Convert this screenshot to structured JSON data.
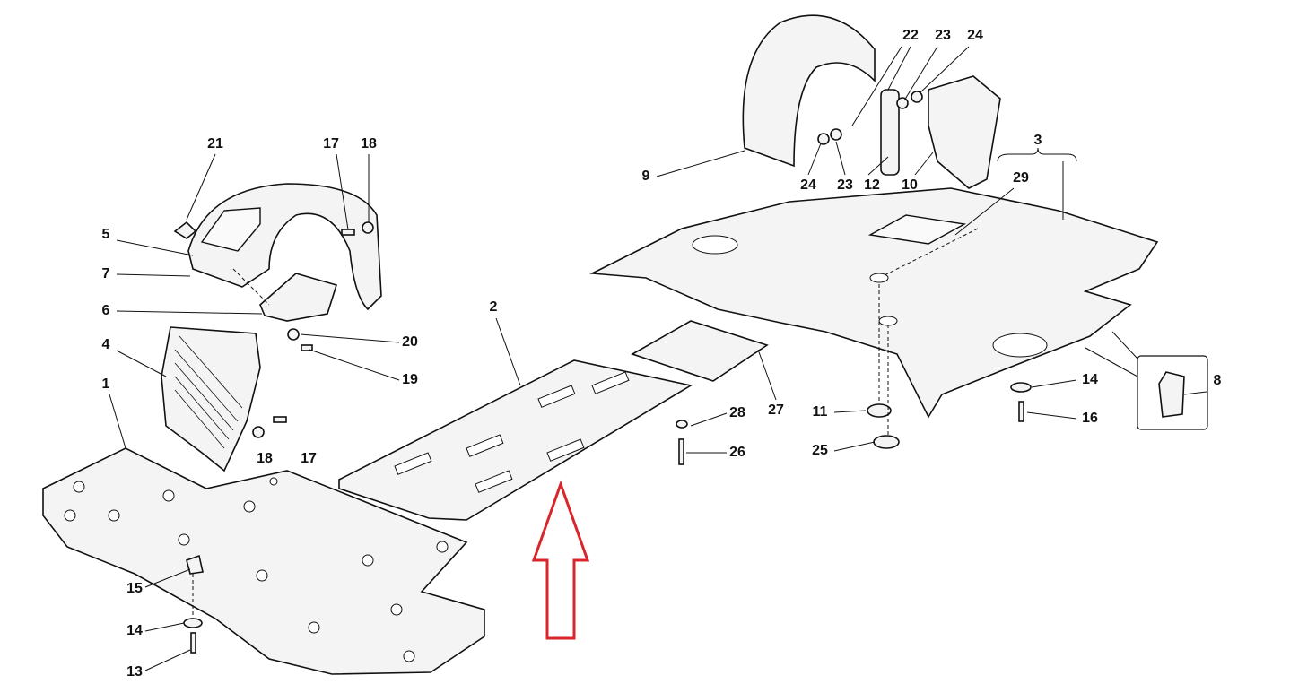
{
  "diagram": {
    "title": "Underbody panels and wheelhouse liners exploded view",
    "labels": [
      "21",
      "17",
      "18",
      "5",
      "7",
      "6",
      "20",
      "19",
      "4",
      "1",
      "18",
      "17",
      "15",
      "14",
      "13",
      "2",
      "28",
      "26",
      "27",
      "9",
      "24",
      "23",
      "12",
      "10",
      "22",
      "23",
      "24",
      "3",
      "29",
      "11",
      "25",
      "14",
      "16",
      "8"
    ],
    "highlight_arrow_color": "#d9262b"
  }
}
